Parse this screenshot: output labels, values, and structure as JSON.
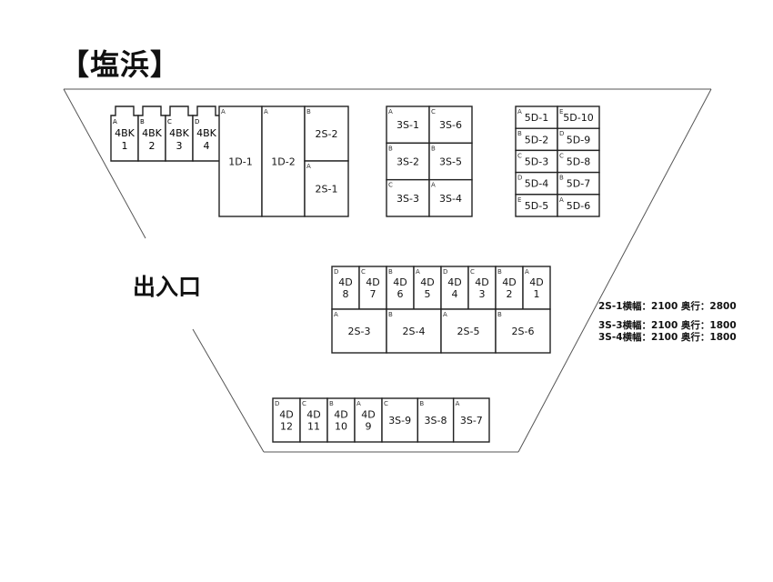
{
  "title": "【塩浜】",
  "entrance_label": "出入口",
  "dimension_notes": [
    "2S-1横幅：2100  奥行：2800",
    "3S-3横幅：2100  奥行：1800",
    "3S-4横幅：2100  奥行：1800"
  ],
  "units": {
    "bike_4bk": [
      {
        "code": "A",
        "lines": [
          "4BK",
          "1"
        ]
      },
      {
        "code": "B",
        "lines": [
          "4BK",
          "2"
        ]
      },
      {
        "code": "C",
        "lines": [
          "4BK",
          "3"
        ]
      },
      {
        "code": "D",
        "lines": [
          "4BK",
          "4"
        ]
      }
    ],
    "block_1d": [
      {
        "code": "A",
        "lines": [
          "1D-1"
        ]
      },
      {
        "code": "A",
        "lines": [
          "1D-2"
        ]
      }
    ],
    "block_2s_top": [
      {
        "code": "B",
        "lines": [
          "2S-2"
        ]
      },
      {
        "code": "A",
        "lines": [
          "2S-1"
        ]
      }
    ],
    "block_3s": [
      {
        "code": "A",
        "lines": [
          "3S-1"
        ]
      },
      {
        "code": "C",
        "lines": [
          "3S-6"
        ]
      },
      {
        "code": "B",
        "lines": [
          "3S-2"
        ]
      },
      {
        "code": "B",
        "lines": [
          "3S-5"
        ]
      },
      {
        "code": "C",
        "lines": [
          "3S-3"
        ]
      },
      {
        "code": "A",
        "lines": [
          "3S-4"
        ]
      }
    ],
    "block_5d": [
      {
        "code": "A",
        "lines": [
          "5D-1"
        ]
      },
      {
        "code": "E",
        "lines": [
          "5D-10"
        ]
      },
      {
        "code": "B",
        "lines": [
          "5D-2"
        ]
      },
      {
        "code": "D",
        "lines": [
          "5D-9"
        ]
      },
      {
        "code": "C",
        "lines": [
          "5D-3"
        ]
      },
      {
        "code": "C",
        "lines": [
          "5D-8"
        ]
      },
      {
        "code": "D",
        "lines": [
          "5D-4"
        ]
      },
      {
        "code": "B",
        "lines": [
          "5D-7"
        ]
      },
      {
        "code": "E",
        "lines": [
          "5D-5"
        ]
      },
      {
        "code": "A",
        "lines": [
          "5D-6"
        ]
      }
    ],
    "block_4d_mid": [
      {
        "code": "D",
        "lines": [
          "4D",
          "8"
        ]
      },
      {
        "code": "C",
        "lines": [
          "4D",
          "7"
        ]
      },
      {
        "code": "B",
        "lines": [
          "4D",
          "6"
        ]
      },
      {
        "code": "A",
        "lines": [
          "4D",
          "5"
        ]
      },
      {
        "code": "D",
        "lines": [
          "4D",
          "4"
        ]
      },
      {
        "code": "C",
        "lines": [
          "4D",
          "3"
        ]
      },
      {
        "code": "B",
        "lines": [
          "4D",
          "2"
        ]
      },
      {
        "code": "A",
        "lines": [
          "4D",
          "1"
        ]
      }
    ],
    "block_2s_mid": [
      {
        "code": "A",
        "lines": [
          "2S-3"
        ]
      },
      {
        "code": "B",
        "lines": [
          "2S-4"
        ]
      },
      {
        "code": "A",
        "lines": [
          "2S-5"
        ]
      },
      {
        "code": "B",
        "lines": [
          "2S-6"
        ]
      }
    ],
    "block_bottom": [
      {
        "code": "D",
        "lines": [
          "4D",
          "12"
        ]
      },
      {
        "code": "C",
        "lines": [
          "4D",
          "11"
        ]
      },
      {
        "code": "B",
        "lines": [
          "4D",
          "10"
        ]
      },
      {
        "code": "A",
        "lines": [
          "4D",
          "9"
        ]
      },
      {
        "code": "C",
        "lines": [
          "3S-9"
        ]
      },
      {
        "code": "B",
        "lines": [
          "3S-8"
        ]
      },
      {
        "code": "A",
        "lines": [
          "3S-7"
        ]
      }
    ]
  }
}
